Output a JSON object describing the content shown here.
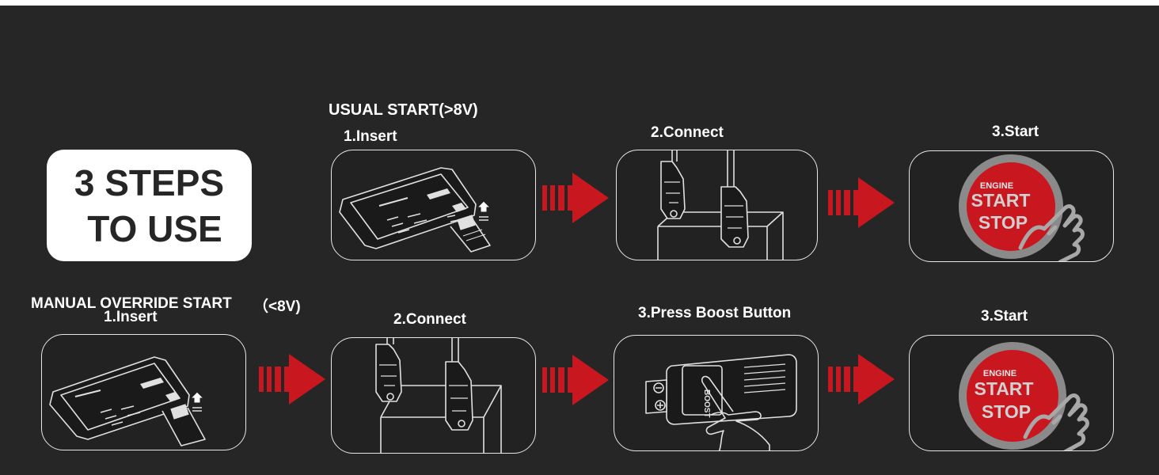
{
  "headline": {
    "line1": "3 STEPS",
    "line2": "TO USE"
  },
  "usual": {
    "title": "USUAL START(>8V)",
    "step1": "1.Insert",
    "step2": "2.Connect",
    "step3": "3.Start"
  },
  "manual": {
    "title": "MANUAL OVERRIDE START",
    "condition": "（<8V)",
    "step1": "1.Insert",
    "step2": "2.Connect",
    "step3": "3.Press Boost Button",
    "step4": "3.Start"
  },
  "engine_button": {
    "top": "ENGINE",
    "middle": "START",
    "bottom": "STOP"
  },
  "boost_label": "BOOST",
  "colors": {
    "background": "#262626",
    "accent": "#c8171e",
    "panel_border": "#e6e6e6",
    "ring": "#8a8a8a"
  },
  "icons": [
    "jump-starter-icon",
    "battery-clamps-icon",
    "engine-start-stop-button-icon",
    "boost-button-icon",
    "right-arrow-icon",
    "hand-pointer-icon"
  ]
}
